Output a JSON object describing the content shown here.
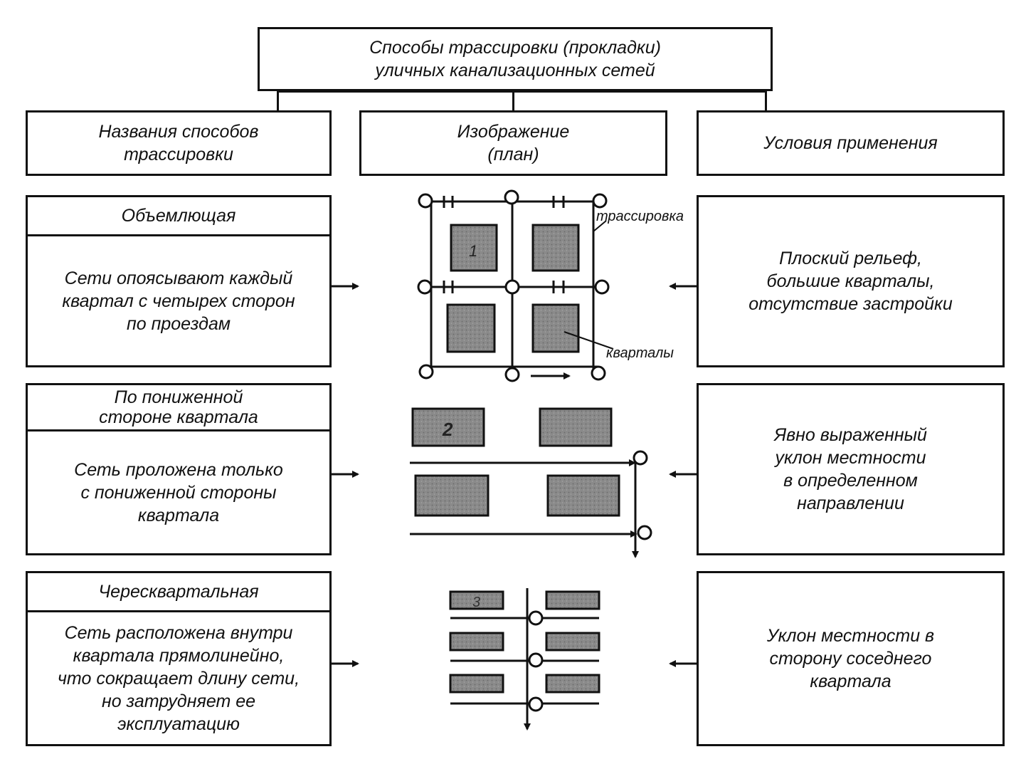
{
  "title": "Способы трассировки (прокладки)\nуличных канализационных сетей",
  "headers": {
    "names": "Названия способов\nтрассировки",
    "image": "Изображение\n(план)",
    "conditions": "Условия применения"
  },
  "methods": [
    {
      "name": "Объемлющая",
      "description": "Сети опоясывают каждый\nквартал с четырех сторон\nпо проездам",
      "condition": "Плоский рельеф,\nбольшие кварталы,\nотсутствие застройки",
      "number": "1"
    },
    {
      "name": "По пониженной\nстороне квартала",
      "description": "Сеть проложена только\nс пониженной стороны\nквартала",
      "condition": "Явно выраженный\nуклон местности\nв определенном\nнаправлении",
      "number": "2"
    },
    {
      "name": "Чересквартальная",
      "description": "Сеть расположена внутри\nквартала прямолинейно,\nчто сокращает длину сети,\nно затрудняет ее\nэксплуатацию",
      "condition": "Уклон местности в\nсторону соседнего\nквартала",
      "number": "3"
    }
  ],
  "plan_labels": {
    "tracing": "трассировка",
    "blocks": "кварталы"
  },
  "colors": {
    "ink": "#111111",
    "block_fill": "#8a8a8a"
  }
}
